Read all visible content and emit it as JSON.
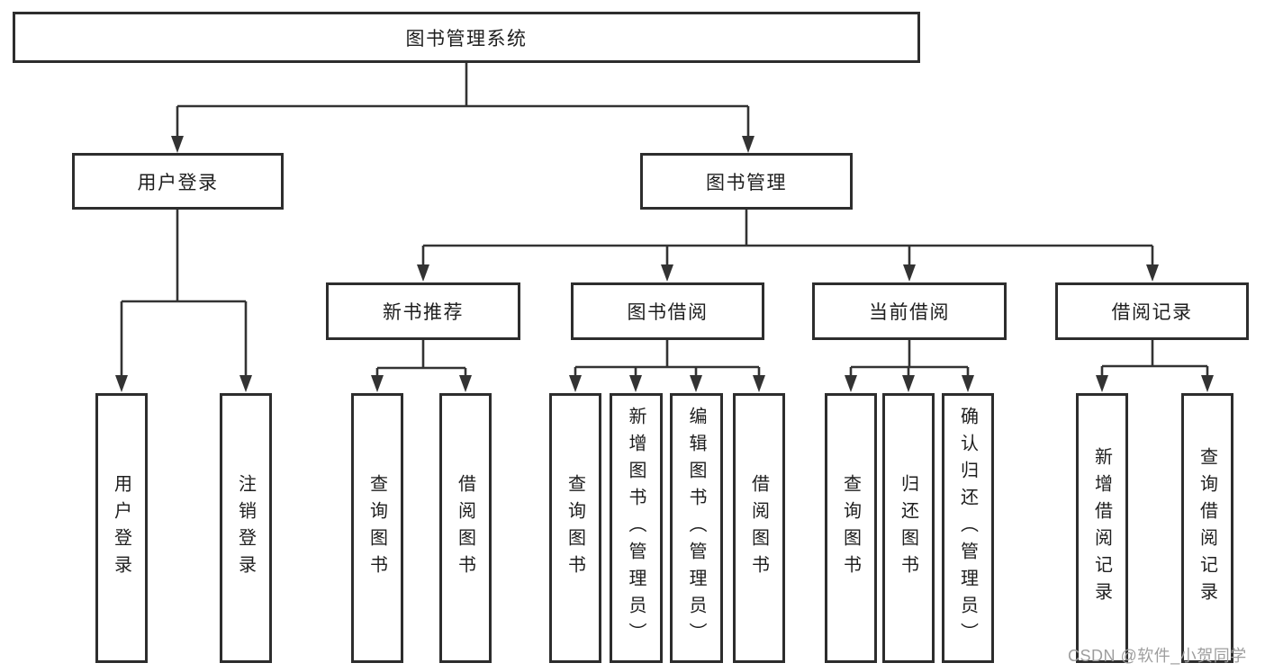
{
  "tree": {
    "root": "图书管理系统",
    "children": [
      {
        "label": "用户登录",
        "children": [
          {
            "label": "用户登录"
          },
          {
            "label": "注销登录"
          }
        ]
      },
      {
        "label": "图书管理",
        "children": [
          {
            "label": "新书推荐",
            "children": [
              {
                "label": "查询图书"
              },
              {
                "label": "借阅图书"
              }
            ]
          },
          {
            "label": "图书借阅",
            "children": [
              {
                "label": "查询图书"
              },
              {
                "label": "新增图书（管理员）"
              },
              {
                "label": "编辑图书（管理员）"
              },
              {
                "label": "借阅图书"
              }
            ]
          },
          {
            "label": "当前借阅",
            "children": [
              {
                "label": "查询图书"
              },
              {
                "label": "归还图书"
              },
              {
                "label": "确认归还（管理员）"
              }
            ]
          },
          {
            "label": "借阅记录",
            "children": [
              {
                "label": "新增借阅记录"
              },
              {
                "label": "查询借阅记录"
              }
            ]
          }
        ]
      }
    ]
  },
  "watermark": "CSDN @软件_小贺同学",
  "colors": {
    "line": "#333333",
    "box_border": "#2d2d2d",
    "text": "#1e1e1e",
    "watermark": "#9e9e9e",
    "background": "#ffffff"
  }
}
